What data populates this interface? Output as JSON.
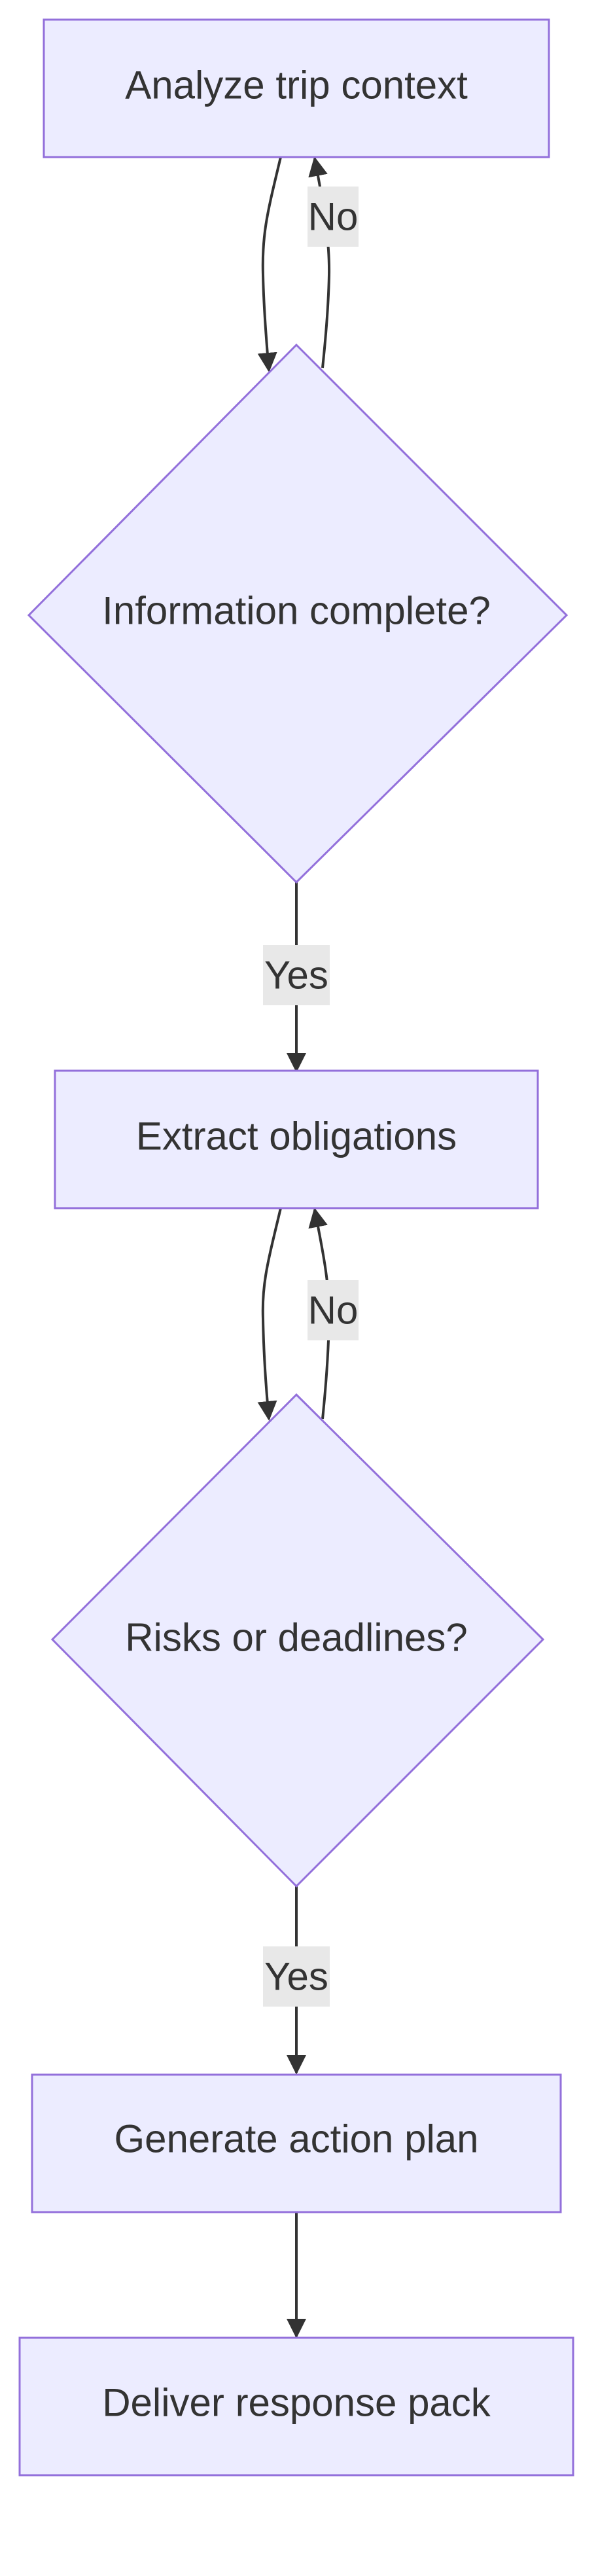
{
  "colors": {
    "node_fill": "#ECECFF",
    "node_stroke": "#9370DB",
    "text": "#333333",
    "edge": "#333333",
    "edge_label_bg": "#E8E8E8",
    "background": "#FFFFFF"
  },
  "nodes": {
    "analyze": {
      "label": "Analyze trip context",
      "shape": "rectangle"
    },
    "info_complete": {
      "label": "Information complete?",
      "shape": "diamond"
    },
    "extract": {
      "label": "Extract obligations",
      "shape": "rectangle"
    },
    "risks": {
      "label": "Risks or deadlines?",
      "shape": "diamond"
    },
    "plan": {
      "label": "Generate action plan",
      "shape": "rectangle"
    },
    "deliver": {
      "label": "Deliver response pack",
      "shape": "rectangle"
    }
  },
  "edges": {
    "analyze_to_info": {
      "from": "analyze",
      "to": "info_complete",
      "label": ""
    },
    "info_no": {
      "from": "info_complete",
      "to": "analyze",
      "label": "No"
    },
    "info_yes": {
      "from": "info_complete",
      "to": "extract",
      "label": "Yes"
    },
    "extract_to_risks": {
      "from": "extract",
      "to": "risks",
      "label": ""
    },
    "risks_no": {
      "from": "risks",
      "to": "extract",
      "label": "No"
    },
    "risks_yes": {
      "from": "risks",
      "to": "plan",
      "label": "Yes"
    },
    "plan_to_deliver": {
      "from": "plan",
      "to": "deliver",
      "label": ""
    }
  }
}
